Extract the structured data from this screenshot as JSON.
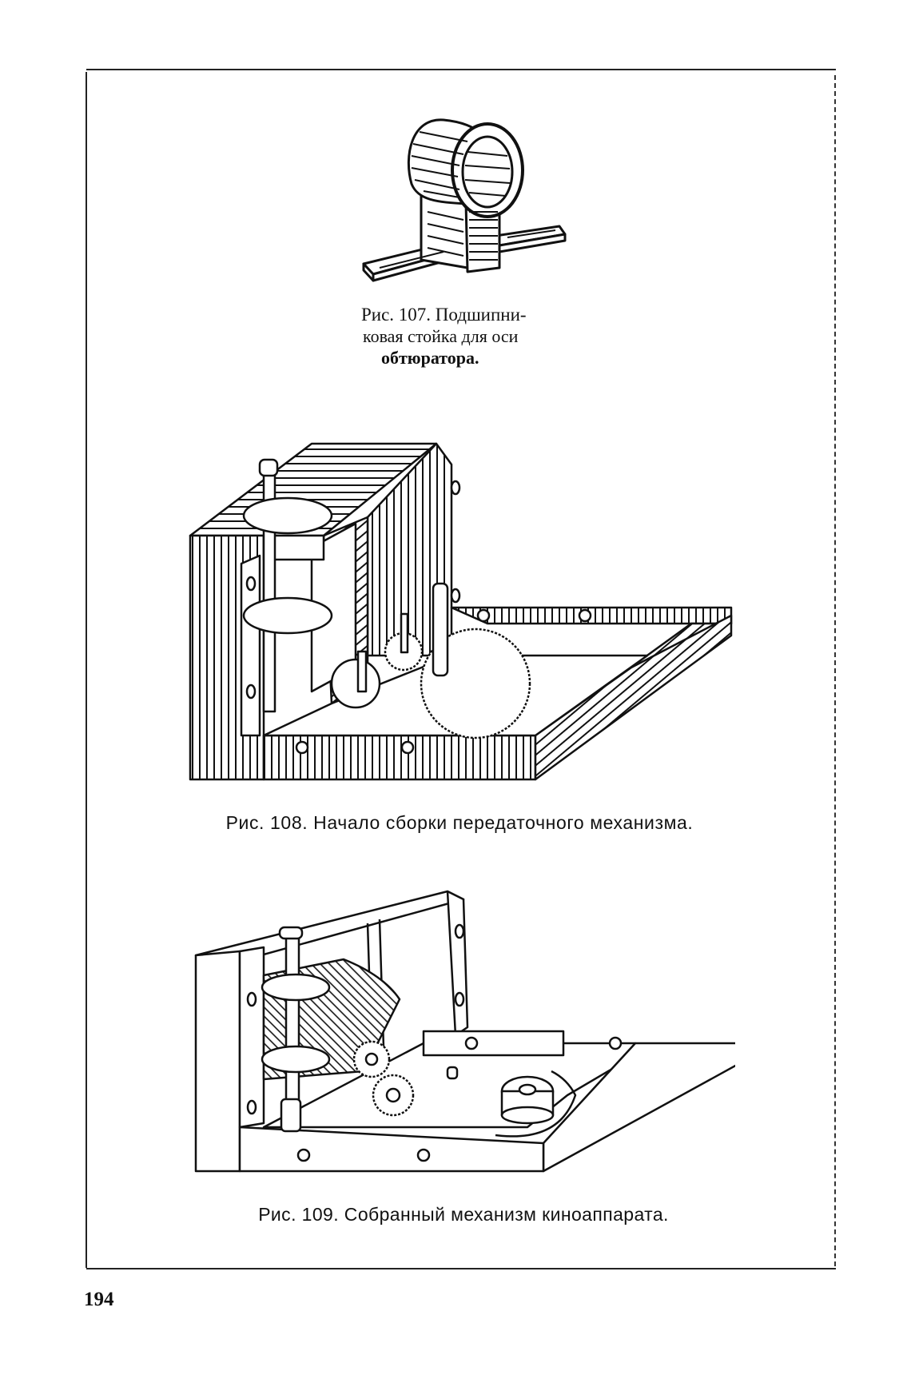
{
  "page": {
    "page_number": "194"
  },
  "figures": [
    {
      "id": "fig-107",
      "caption_lines": [
        "Рис. 107. Подшипни-",
        "ковая стойка для  оси",
        "обтюратора."
      ],
      "subject": "bearing-stand-drawing"
    },
    {
      "id": "fig-108",
      "caption": "Рис. 108. Начало сборки передаточного механизма.",
      "subject": "transmission-assembly-start-drawing"
    },
    {
      "id": "fig-109",
      "caption": "Рис. 109. Собранный механизм киноаппарата.",
      "subject": "assembled-mechanism-drawing"
    }
  ],
  "colors": {
    "ink": "#111111",
    "paper": "#ffffff"
  }
}
